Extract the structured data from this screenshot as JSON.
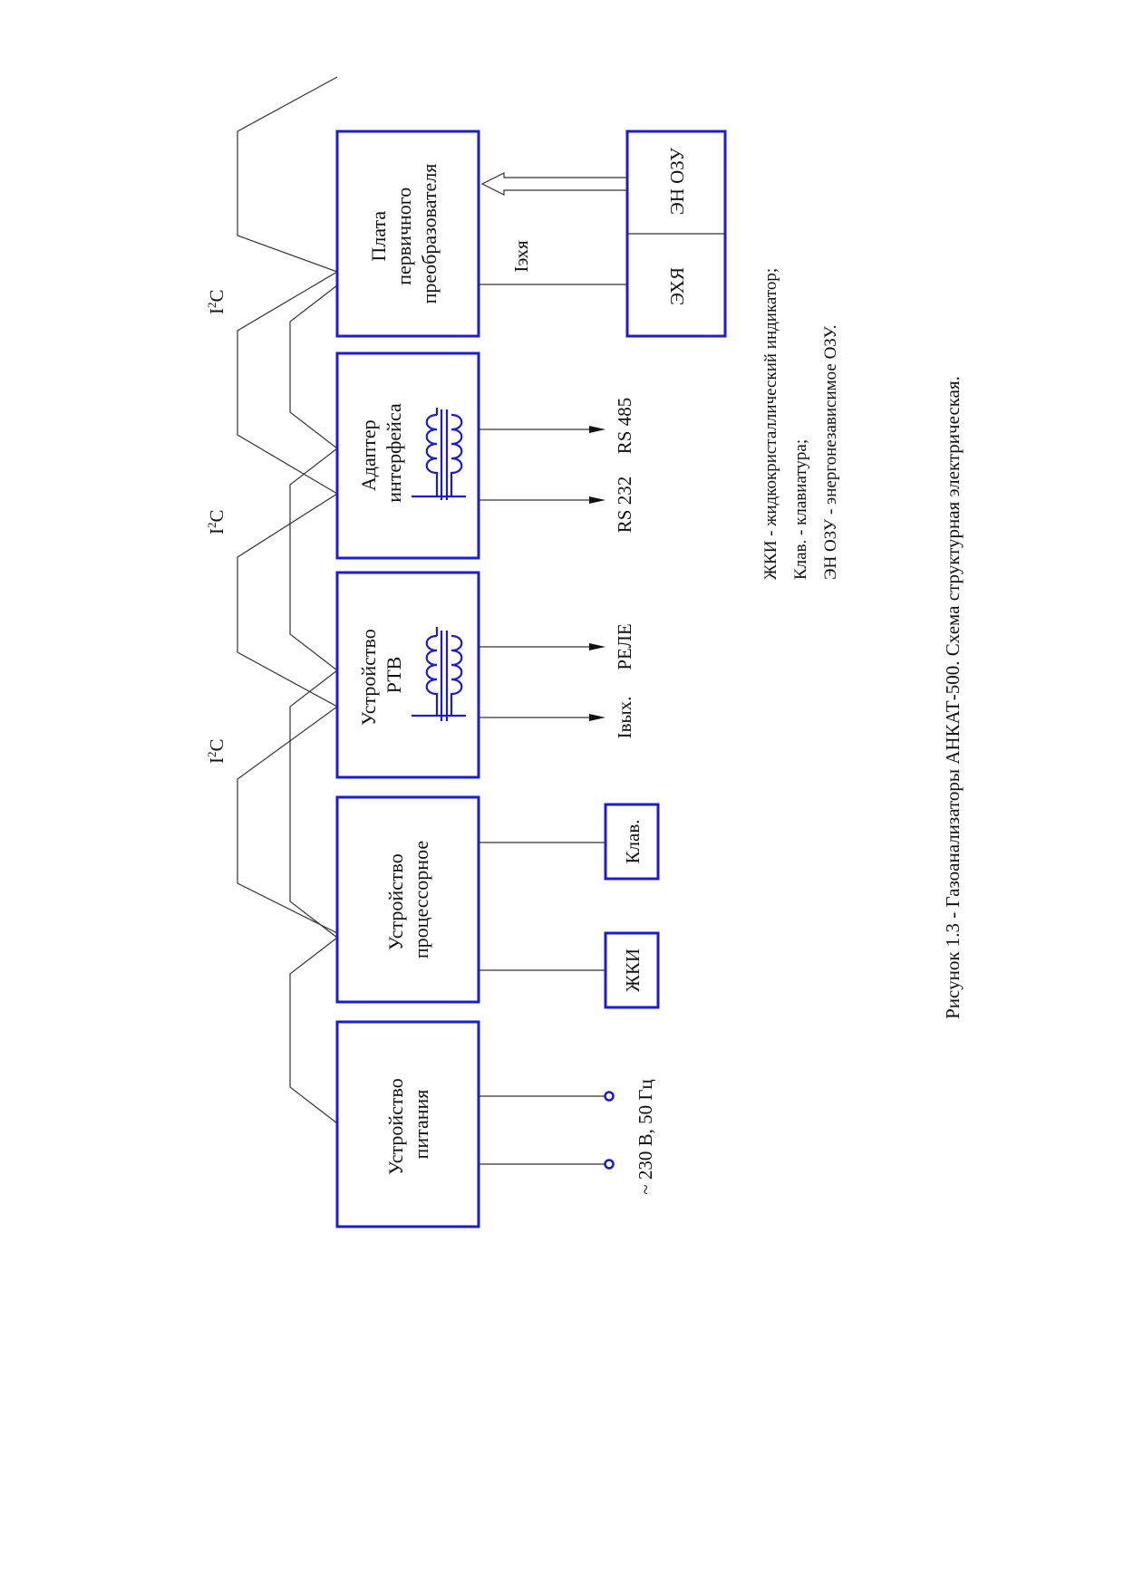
{
  "blocks": {
    "power": [
      "Устройство",
      "питания"
    ],
    "processor": [
      "Устройство",
      "процессорное"
    ],
    "rtv": [
      "Устройство",
      "РТВ"
    ],
    "adapter": [
      "Адаптер",
      "интерфейса"
    ],
    "plate": [
      "Плата",
      "первичного",
      "преобразователя"
    ]
  },
  "side_boxes": {
    "zhki": "ЖКИ",
    "klav": "Клав.",
    "ehya": "ЭХЯ",
    "en_ozu": "ЭН ОЗУ"
  },
  "signals": {
    "mains": "~ 230 В, 50 Гц",
    "ivyh": "Iвых.",
    "rele": "РЕЛЕ",
    "rs232": "RS 232",
    "rs485": "RS 485",
    "iehya": "Iэхя"
  },
  "bus_label": {
    "base": "I",
    "sup": "2",
    "tail": "C"
  },
  "legend": [
    "ЖКИ - жидкокристаллический индикатор;",
    "Клав. - клавиатура;",
    "ЭН ОЗУ - энергонезависимое ОЗУ."
  ],
  "caption": "Рисунок 1.3 - Газоанализаторы АНКАТ-500. Схема структурная электрическая.",
  "colors": {
    "block_stroke": "#1c1cc8",
    "line": "#333333"
  }
}
